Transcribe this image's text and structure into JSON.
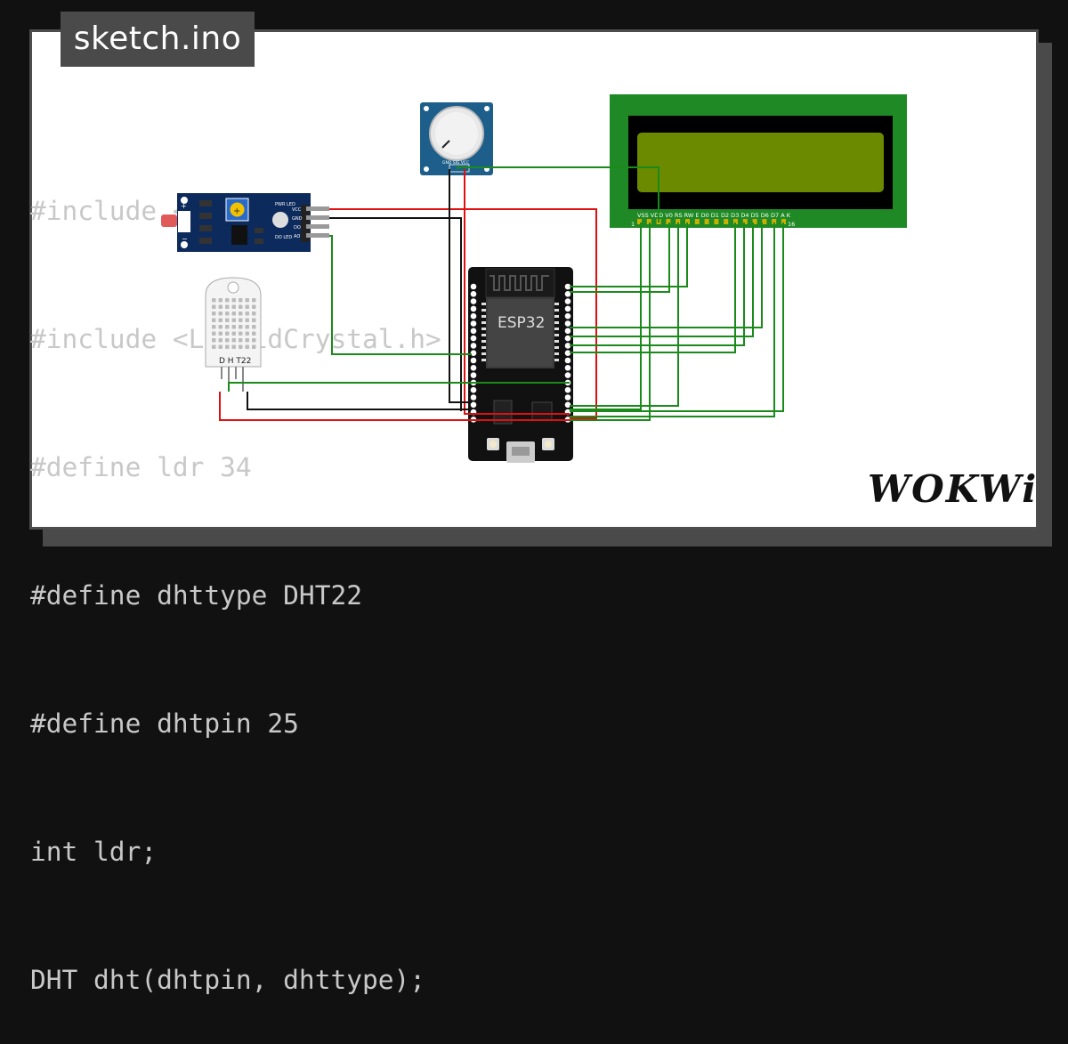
{
  "file_tab": {
    "label": "sketch.ino"
  },
  "code_lines": [
    "#include <DHT.h>",
    "#include <LiquidCrystal.h>",
    "#define ldr 34",
    "#define dhttype DHT22",
    "#define dhtpin 25",
    "int ldr;",
    "DHT dht(dhtpin, dhttype);"
  ],
  "components": {
    "esp32": {
      "label": "ESP32"
    },
    "dht22": {
      "label": "D H T22"
    },
    "ldr_module": {
      "pins": [
        "VCC",
        "GND",
        "DO",
        "AO"
      ],
      "led_labels": [
        "PWR LED",
        "DO LED"
      ]
    },
    "potentiometer": {
      "pin_label": "GND SIG VCC"
    },
    "lcd": {
      "pin_labels": "VSS VDD V0 RS RW E D0 D1 D2 D3 D4 D5 D6 D7 A K",
      "pin_first": "1",
      "pin_last": "16"
    }
  },
  "colors": {
    "wire_green": "#1a8a1a",
    "wire_red": "#e01010",
    "wire_black": "#111111",
    "lcd_frame": "#1f8a25",
    "lcd_screen": "#6b8a00",
    "module_blue": "#0d2a5c",
    "pot_blue": "#1d5f8a"
  },
  "logo": {
    "text": "WOKWi"
  }
}
